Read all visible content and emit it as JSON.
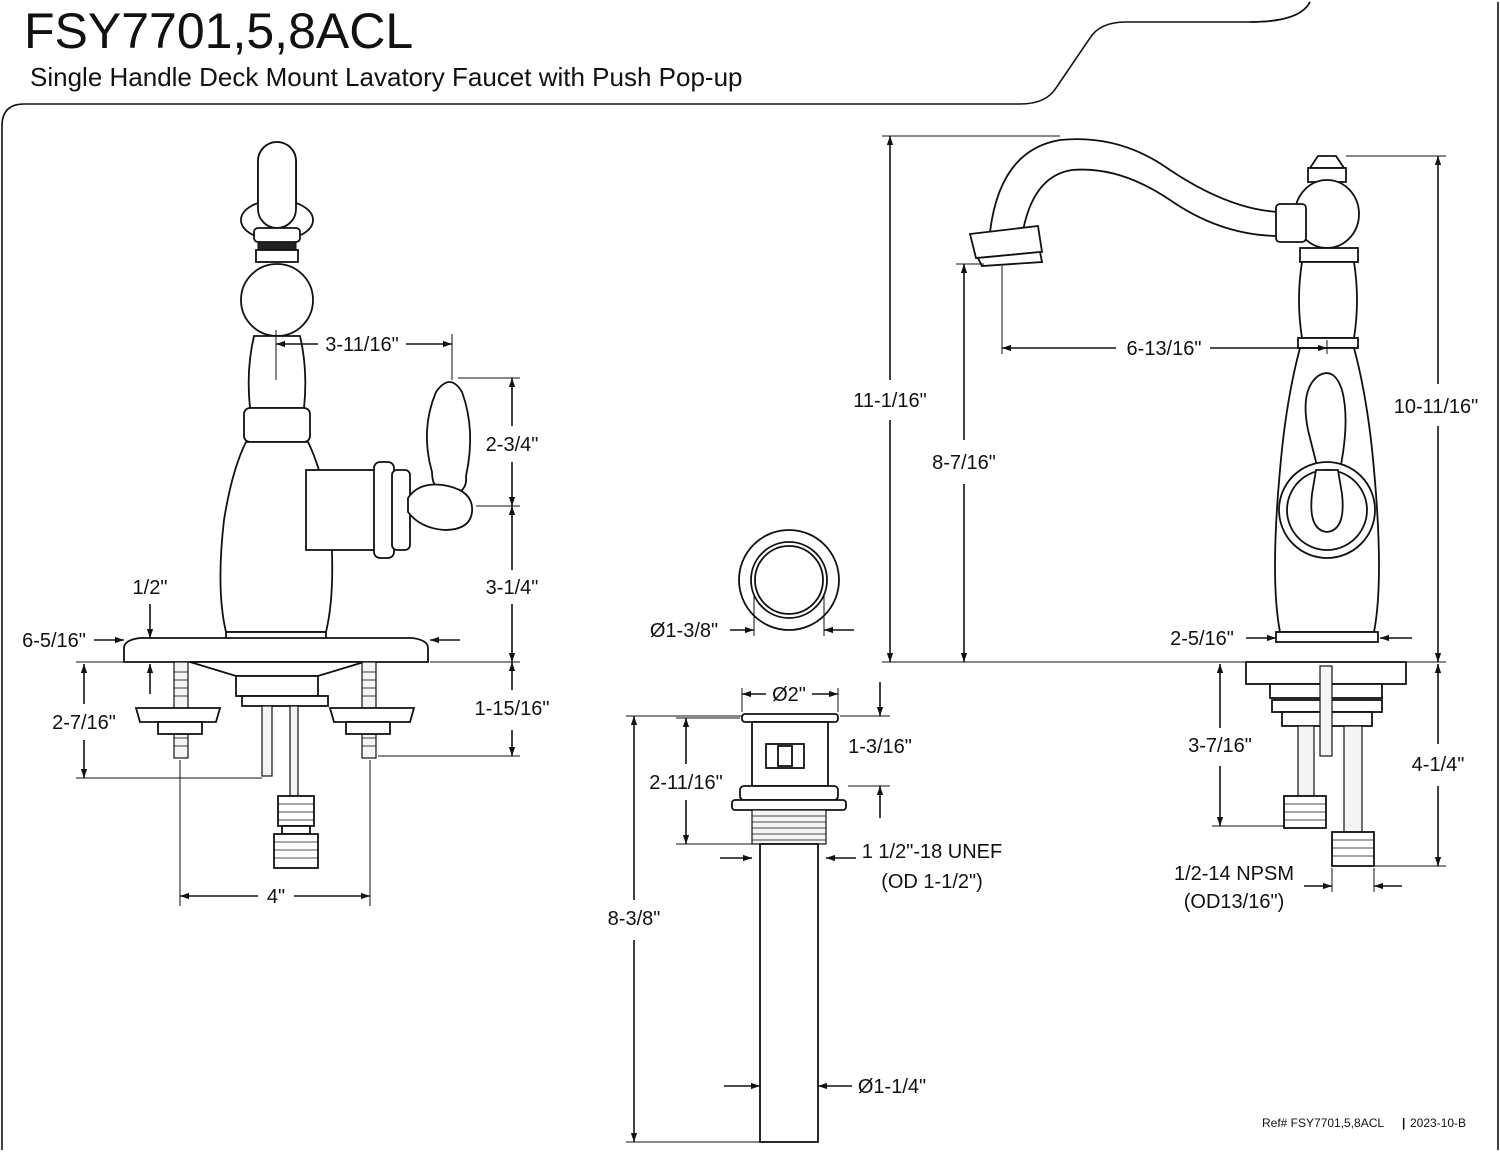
{
  "header": {
    "model": "FSY7701,5,8ACL",
    "subtitle": "Single Handle Deck Mount Lavatory Faucet with Push Pop-up"
  },
  "front_view": {
    "dim_handle_reach": "3-11/16\"",
    "dim_handle_height": "2-3/4\"",
    "dim_body_height": "3-1/4\"",
    "dim_deck_thickness": "1/2\"",
    "dim_base_diameter": "6-5/16\"",
    "dim_shank_length": "2-7/16\"",
    "dim_lower_length": "1-15/16\"",
    "dim_center_spread": "4\""
  },
  "side_view": {
    "dim_overall_height": "11-1/16\"",
    "dim_spout_height": "8-7/16\"",
    "dim_spout_reach": "6-13/16\"",
    "dim_handle_top_height": "10-11/16\"",
    "dim_base_width": "2-5/16\"",
    "dim_supply_length": "3-7/16\"",
    "dim_tail_length": "4-1/4\"",
    "dim_connection": "1/2-14 NPSM",
    "dim_connection_od": "(OD13/16\")"
  },
  "drain_view": {
    "dim_cap_diameter": "Ø1-3/8\"",
    "dim_flange_diameter": "Ø2\"",
    "dim_flange_height": "1-3/16\"",
    "dim_body_length": "2-11/16\"",
    "dim_thread": "1 1/2\"-18 UNEF",
    "dim_thread_od": "(OD 1-1/2\")",
    "dim_overall_length": "8-3/8\"",
    "dim_tail_diameter": "Ø1-1/4\""
  },
  "footer": {
    "ref": "Ref# FSY7701,5,8ACL",
    "separator": "|",
    "date": "2023-10-B"
  }
}
